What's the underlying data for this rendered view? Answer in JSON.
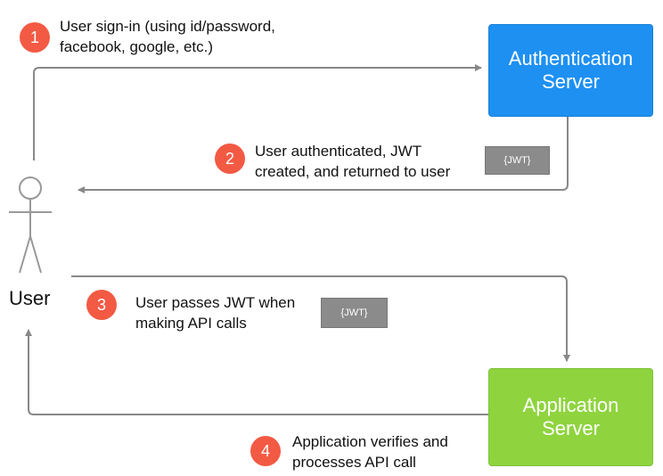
{
  "colors": {
    "auth_server": "#1e90f2",
    "app_server": "#8fd43f",
    "step_badge": "#f25a44",
    "arrow": "#888888",
    "jwt_token": "#8b8b8b"
  },
  "user": {
    "label": "User"
  },
  "servers": {
    "auth": {
      "line1": "Authentication",
      "line2": "Server"
    },
    "app": {
      "line1": "Application",
      "line2": "Server"
    }
  },
  "steps": [
    {
      "number": "1",
      "line1": "User sign-in (using id/password,",
      "line2": "facebook, google, etc.)"
    },
    {
      "number": "2",
      "line1": "User authenticated, JWT",
      "line2": "created, and returned to user"
    },
    {
      "number": "3",
      "line1": "User passes JWT when",
      "line2": "making API calls"
    },
    {
      "number": "4",
      "line1": "Application verifies and",
      "line2": "processes API call"
    }
  ],
  "tokens": [
    {
      "label": "{JWT}"
    },
    {
      "label": "{JWT}"
    }
  ]
}
